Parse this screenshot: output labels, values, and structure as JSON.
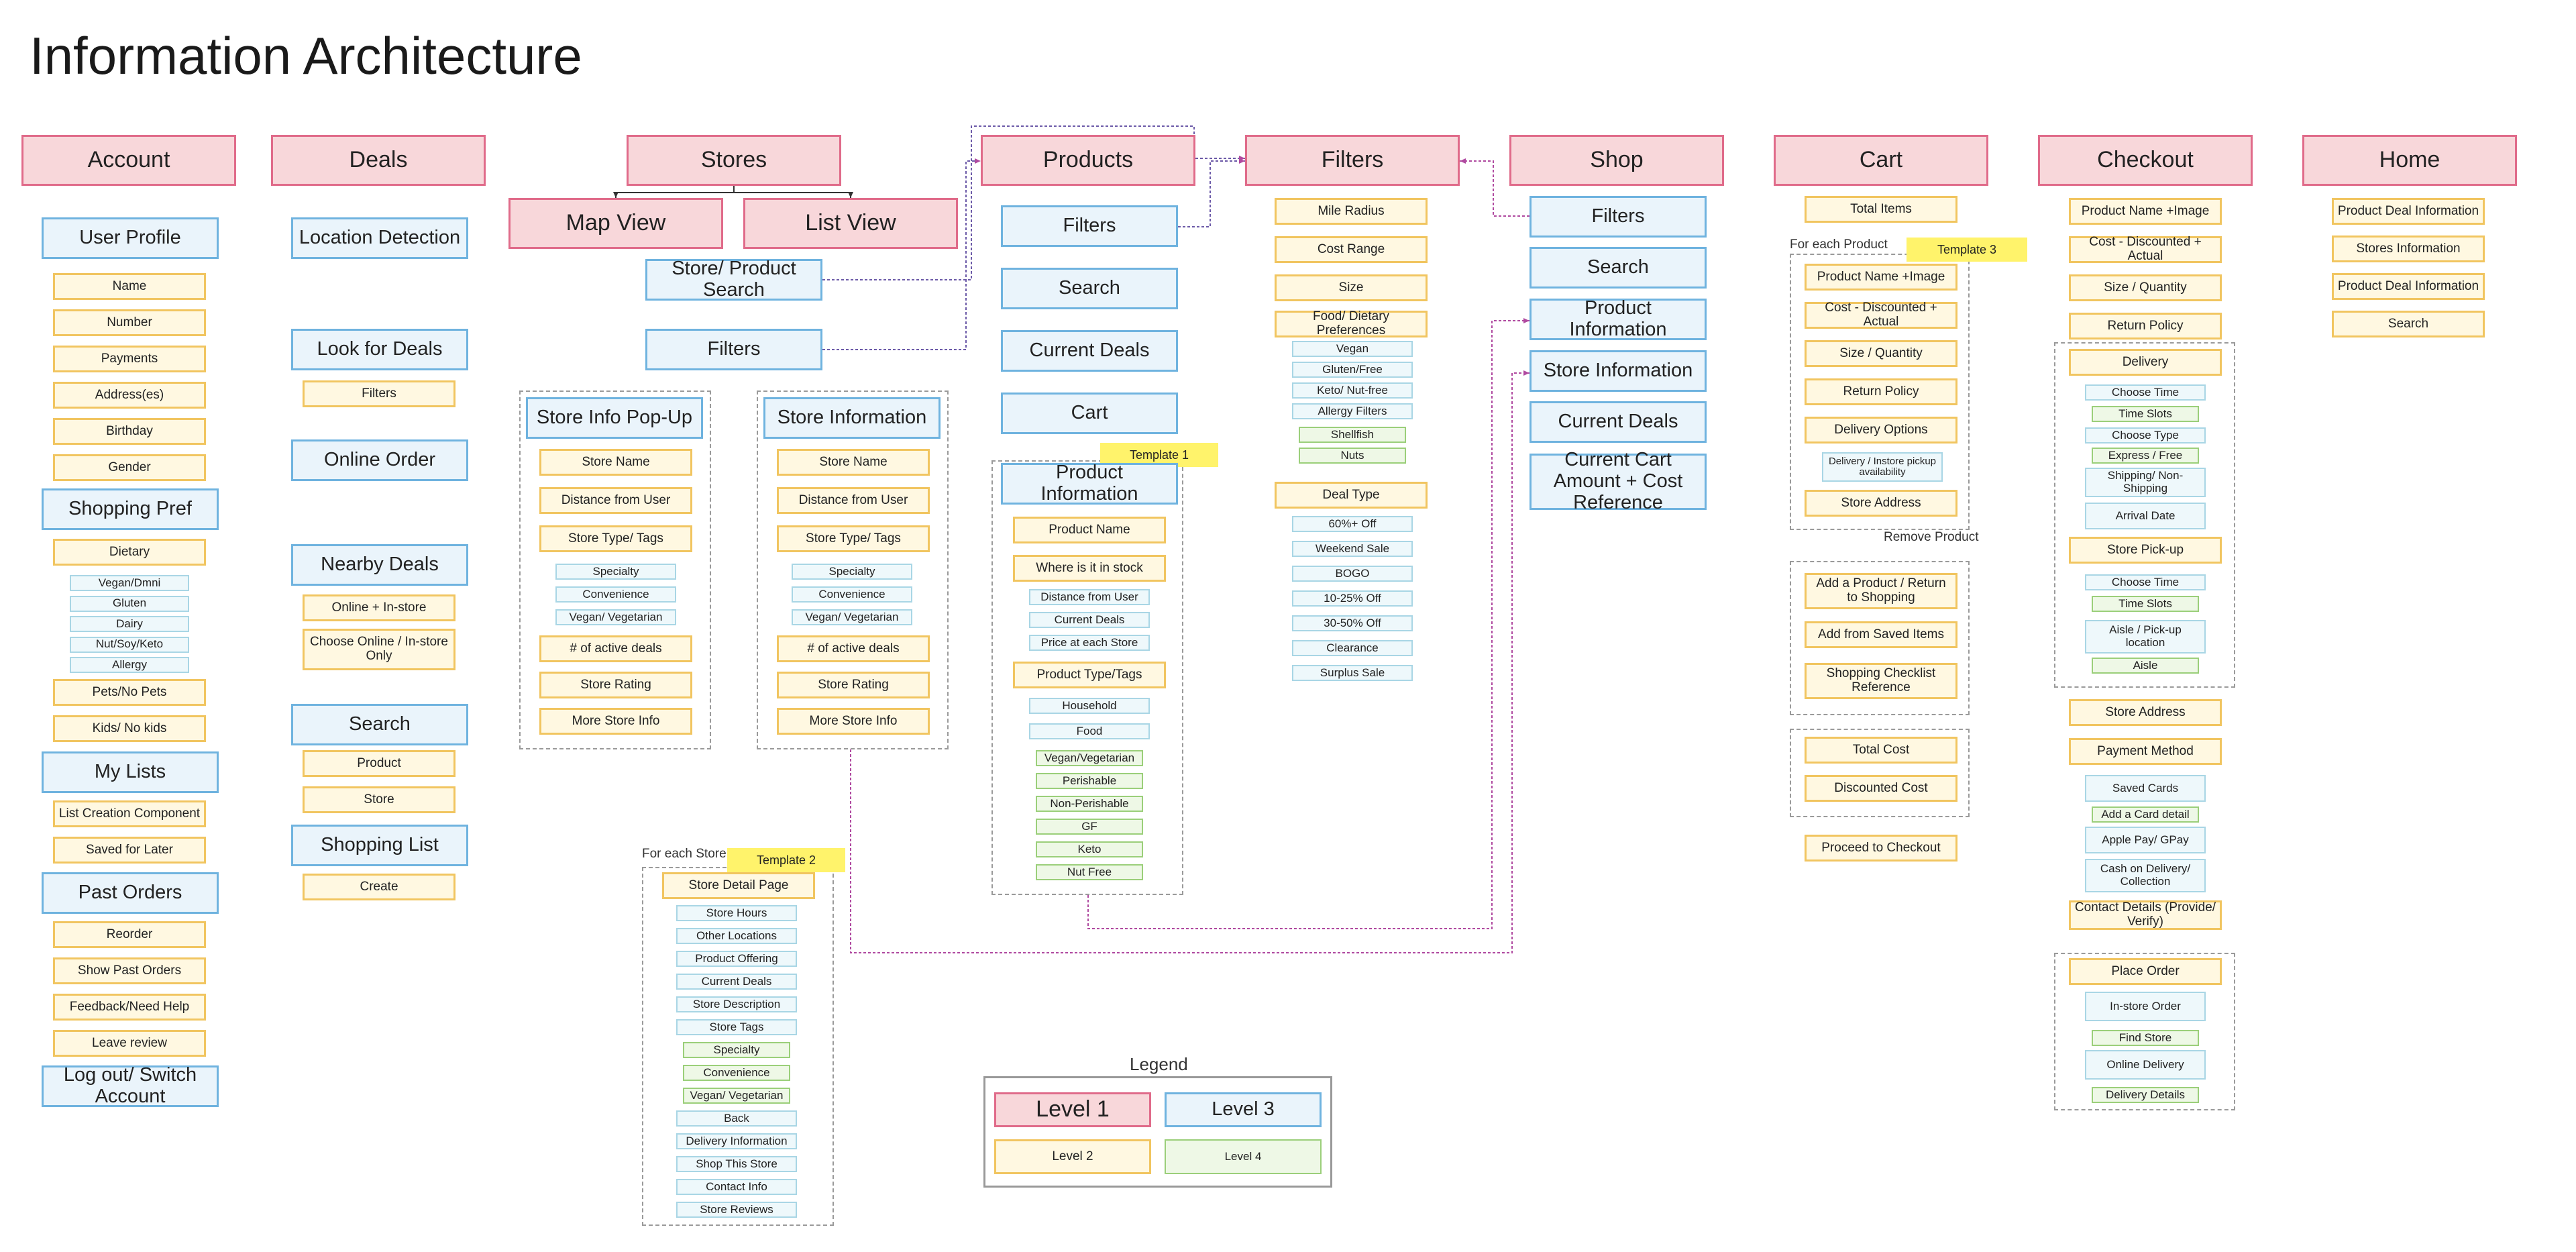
{
  "title": "Information Architecture",
  "legend": {
    "title": "Legend",
    "items": [
      {
        "label": "Level 1",
        "level": "l1"
      },
      {
        "label": "Level 3",
        "level": "l3"
      },
      {
        "label": "Level 2",
        "level": "l2"
      },
      {
        "label": "Level 4",
        "level": "l4"
      }
    ]
  },
  "level_colors": {
    "level_1": "#f8d7da",
    "level_2": "#fff8e1",
    "level_3": "#eaf4fb",
    "level_4": "#eef8e6",
    "connector": "#b04aa0",
    "template_tag": "#fff36b"
  },
  "templates": {
    "t1": "Template 1",
    "t2": "Template 2",
    "t3": "Template 3"
  },
  "notes": {
    "for_each_store": "For each Store",
    "for_each_product": "For each Product",
    "remove_product": "Remove Product"
  },
  "columns": {
    "account": {
      "header": "Account",
      "user_profile": {
        "title": "User Profile",
        "items": [
          "Name",
          "Number",
          "Payments",
          "Address(es)",
          "Birthday",
          "Gender"
        ]
      },
      "shopping_pref": {
        "title": "Shopping Pref",
        "dietary": "Dietary",
        "dietary_items": [
          "Vegan/Dmni",
          "Gluten",
          "Dairy",
          "Nut/Soy/Keto",
          "Allergy"
        ],
        "other_items": [
          "Pets/No Pets",
          "Kids/ No kids"
        ]
      },
      "my_lists": {
        "title": "My Lists",
        "items": [
          "List Creation Component",
          "Saved for Later"
        ]
      },
      "past_orders": {
        "title": "Past Orders",
        "items": [
          "Reorder",
          "Show Past Orders",
          "Feedback/Need Help",
          "Leave review"
        ]
      },
      "logout": "Log out/ Switch Account"
    },
    "deals": {
      "header": "Deals",
      "location_detection": "Location Detection",
      "look_for_deals": {
        "title": "Look for Deals",
        "items": [
          "Filters"
        ]
      },
      "online_order": "Online Order",
      "nearby_deals": {
        "title": "Nearby Deals",
        "items": [
          "Online + In-store",
          "Choose Online / In-store Only"
        ]
      },
      "search": {
        "title": "Search",
        "items": [
          "Product",
          "Store"
        ]
      },
      "shopping_list": {
        "title": "Shopping List",
        "items": [
          "Create"
        ]
      }
    },
    "stores": {
      "header": "Stores",
      "map_view": "Map View",
      "list_view": "List View",
      "store_product_search": "Store/ Product Search",
      "filters": "Filters",
      "popup": {
        "title": "Store Info Pop-Up",
        "items": [
          "Store Name",
          "Distance from User",
          "Store Type/ Tags"
        ],
        "tags": [
          "Specialty",
          "Convenience",
          "Vegan/ Vegetarian"
        ],
        "items2": [
          "# of active deals",
          "Store Rating",
          "More Store Info"
        ]
      },
      "info": {
        "title": "Store Information",
        "items": [
          "Store Name",
          "Distance from User",
          "Store Type/ Tags"
        ],
        "tags": [
          "Specialty",
          "Convenience",
          "Vegan/ Vegetarian"
        ],
        "items2": [
          "# of active deals",
          "Store Rating",
          "More Store Info"
        ]
      },
      "detail": {
        "title": "Store Detail Page",
        "items": [
          "Store Hours",
          "Other Locations",
          "Product Offering",
          "Current Deals",
          "Store Description",
          "Store Tags"
        ],
        "tags": [
          "Specialty",
          "Convenience",
          "Vegan/ Vegetarian"
        ],
        "items2": [
          "Back",
          "Delivery Information",
          "Shop This Store",
          "Contact Info",
          "Store Reviews"
        ]
      }
    },
    "products": {
      "header": "Products",
      "nav": [
        "Filters",
        "Search",
        "Current Deals",
        "Cart"
      ],
      "info": {
        "title": "Product Information",
        "name": "Product Name",
        "stock": "Where is it in stock",
        "stock_items": [
          "Distance from User",
          "Current Deals",
          "Price at each Store"
        ],
        "type": "Product Type/Tags",
        "type_items": [
          "Household",
          "Food"
        ],
        "food_items": [
          "Vegan/Vegetarian",
          "Perishable",
          "Non-Perishable",
          "GF",
          "Keto",
          "Nut Free"
        ]
      }
    },
    "filters": {
      "header": "Filters",
      "items": [
        "Mile Radius",
        "Cost Range",
        "Size"
      ],
      "food_pref": "Food/ Dietary Preferences",
      "food_items": [
        "Vegan",
        "Gluten/Free",
        "Keto/ Nut-free",
        "Allergy Filters"
      ],
      "allergy_items": [
        "Shellfish",
        "Nuts"
      ],
      "deal_type": "Deal Type",
      "deal_items": [
        "60%+ Off",
        "Weekend Sale",
        "BOGO",
        "10-25% Off",
        "30-50% Off",
        "Clearance",
        "Surplus Sale"
      ]
    },
    "shop": {
      "header": "Shop",
      "items": [
        "Filters",
        "Search",
        "Product Information",
        "Store Information",
        "Current Deals",
        "Current Cart Amount + Cost Reference"
      ]
    },
    "cart": {
      "header": "Cart",
      "total_items": "Total Items",
      "product_items": [
        "Product Name +Image",
        "Cost - Discounted + Actual",
        "Size / Quantity",
        "Return Policy",
        "Delivery Options"
      ],
      "delivery_sub": "Delivery / Instore pickup availability",
      "store_address": "Store Address",
      "add_items": [
        "Add a Product / Return to Shopping",
        "Add from Saved Items",
        "Shopping Checklist Reference"
      ],
      "cost_items": [
        "Total Cost",
        "Discounted Cost"
      ],
      "proceed": "Proceed to Checkout"
    },
    "checkout": {
      "header": "Checkout",
      "summary": [
        "Product Name +Image",
        "Cost - Discounted + Actual",
        "Size / Quantity",
        "Return Policy"
      ],
      "delivery": "Delivery",
      "delivery_items": [
        "Choose Time",
        "Time Slots",
        "Choose Type",
        "Express / Free",
        "Shipping/ Non-Shipping",
        "Arrival Date"
      ],
      "pickup": "Store Pick-up",
      "pickup_items": [
        "Choose Time",
        "Time Slots",
        "Aisle / Pick-up location",
        "Aisle"
      ],
      "store_address": "Store Address",
      "payment": "Payment Method",
      "payment_items": [
        "Saved Cards",
        "Add a Card detail",
        "Apple Pay/ GPay",
        "Cash on Delivery/ Collection"
      ],
      "contact": "Contact Details (Provide/ Verify)",
      "place_order": "Place Order",
      "order_items": [
        "In-store Order",
        "Find Store",
        "Online Delivery",
        "Delivery Details"
      ]
    },
    "home": {
      "header": "Home",
      "items": [
        "Product Deal Information",
        "Stores Information",
        "Product Deal Information",
        "Search"
      ]
    }
  }
}
